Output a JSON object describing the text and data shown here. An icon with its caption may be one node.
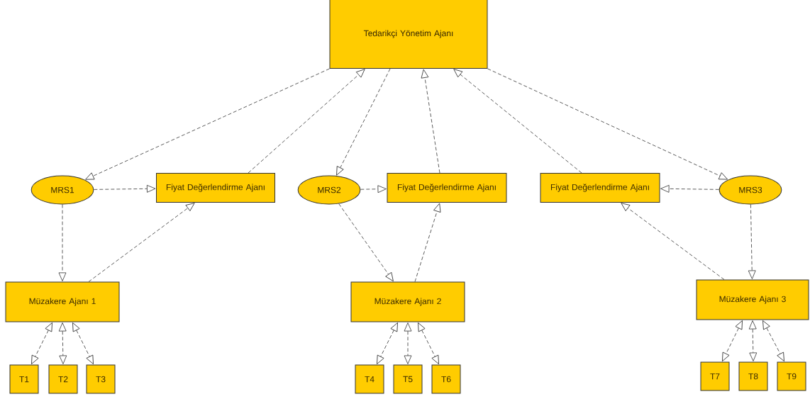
{
  "diagram": {
    "nodes": [
      {
        "text": [
          "Tedarikçi Yönetim Ajanı"
        ]
      },
      {
        "text": [
          "MRS1"
        ]
      },
      {
        "text": [
          "Fiyat Değerlendirme Ajanı"
        ]
      },
      {
        "text": [
          "MRS2"
        ]
      },
      {
        "text": [
          "Fiyat Değerlendirme Ajanı"
        ]
      },
      {
        "text": [
          "Fiyat Değerlendirme Ajanı"
        ]
      },
      {
        "text": [
          "MRS3"
        ]
      },
      {
        "text": [
          "Müzakere Ajanı 1"
        ]
      },
      {
        "text": [
          "Müzakere Ajanı 2"
        ]
      },
      {
        "text": [
          "Müzakere Ajanı 3"
        ]
      },
      {
        "text": [
          "T1"
        ]
      },
      {
        "text": [
          "T2"
        ]
      },
      {
        "text": [
          "T3"
        ]
      },
      {
        "text": [
          "T4"
        ]
      },
      {
        "text": [
          "T5"
        ]
      },
      {
        "text": [
          "T6"
        ]
      },
      {
        "text": [
          "T7"
        ]
      },
      {
        "text": [
          "T8"
        ]
      },
      {
        "text": [
          "T9"
        ]
      }
    ],
    "edges": [
      {
        "from": 0,
        "to": 1,
        "arrow": "to",
        "style": "dashed"
      },
      {
        "from": 2,
        "to": 0,
        "arrow": "to",
        "style": "dashed"
      },
      {
        "from": 0,
        "to": 3,
        "arrow": "to",
        "style": "dashed"
      },
      {
        "from": 4,
        "to": 0,
        "arrow": "to",
        "style": "dashed"
      },
      {
        "from": 5,
        "to": 0,
        "arrow": "to",
        "style": "dashed"
      },
      {
        "from": 0,
        "to": 6,
        "arrow": "to",
        "style": "dashed"
      },
      {
        "from": 1,
        "to": 2,
        "arrow": "to",
        "style": "dashed"
      },
      {
        "from": 3,
        "to": 4,
        "arrow": "to",
        "style": "dashed"
      },
      {
        "from": 6,
        "to": 5,
        "arrow": "to",
        "style": "dashed"
      },
      {
        "from": 1,
        "to": 7,
        "arrow": "to",
        "style": "dashed"
      },
      {
        "from": 7,
        "to": 2,
        "arrow": "to",
        "style": "dashed"
      },
      {
        "from": 3,
        "to": 8,
        "arrow": "to",
        "style": "dashed"
      },
      {
        "from": 8,
        "to": 4,
        "arrow": "to",
        "style": "dashed"
      },
      {
        "from": 6,
        "to": 9,
        "arrow": "to",
        "style": "dashed"
      },
      {
        "from": 9,
        "to": 5,
        "arrow": "to",
        "style": "dashed"
      },
      {
        "from": 7,
        "to": 10,
        "arrow": "both",
        "style": "dashed"
      },
      {
        "from": 7,
        "to": 11,
        "arrow": "both",
        "style": "dashed"
      },
      {
        "from": 7,
        "to": 12,
        "arrow": "both",
        "style": "dashed"
      },
      {
        "from": 8,
        "to": 13,
        "arrow": "both",
        "style": "dashed"
      },
      {
        "from": 8,
        "to": 14,
        "arrow": "both",
        "style": "dashed"
      },
      {
        "from": 8,
        "to": 15,
        "arrow": "both",
        "style": "dashed"
      },
      {
        "from": 9,
        "to": 16,
        "arrow": "both",
        "style": "dashed"
      },
      {
        "from": 9,
        "to": 17,
        "arrow": "both",
        "style": "dashed"
      },
      {
        "from": 9,
        "to": 18,
        "arrow": "both",
        "style": "dashed"
      }
    ]
  }
}
